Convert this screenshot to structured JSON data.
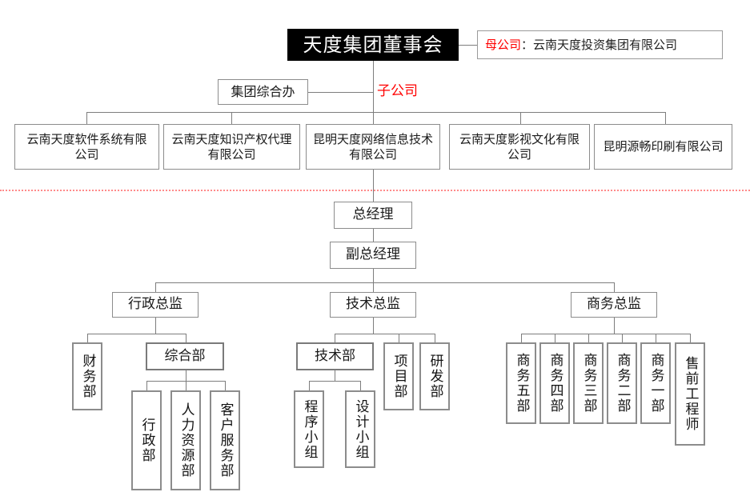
{
  "diagram": {
    "title_box": "天度集团董事会",
    "parent_note": {
      "label": "母公司",
      "separator": "：",
      "value": "云南天度投资集团有限公司"
    },
    "group_office": "集团综合办",
    "subsidiary_label": "子公司",
    "subsidiaries": [
      "云南天度软件系统有限公司",
      "云南天度知识产权代理有限公司",
      "昆明天度网络信息技术有限公司",
      "云南天度影视文化有限公司",
      "昆明源畅印刷有限公司"
    ],
    "general_manager": "总经理",
    "deputy_general_manager": "副总经理",
    "directors": [
      "行政总监",
      "技术总监",
      "商务总监"
    ],
    "admin_branch": {
      "finance": "财务部",
      "general_dept": "综合部",
      "general_dept_children": [
        "行政部",
        "人力资源部",
        "客户服务部"
      ]
    },
    "tech_branch": {
      "tech_dept": "技术部",
      "tech_dept_children": [
        "程序小组",
        "设计小组"
      ],
      "siblings": [
        "项目部",
        "研发部"
      ]
    },
    "business_branch": {
      "departments": [
        "商务五部",
        "商务四部",
        "商务三部",
        "商务二部",
        "商务一部"
      ],
      "presales": "售前工程师"
    },
    "colors": {
      "root_bg": "#000000",
      "root_text": "#ffffff",
      "accent_red": "#ff0000",
      "divider": "#ff8a8a",
      "line": "#7d7d7d",
      "box_border": "#8c8c8c"
    }
  }
}
